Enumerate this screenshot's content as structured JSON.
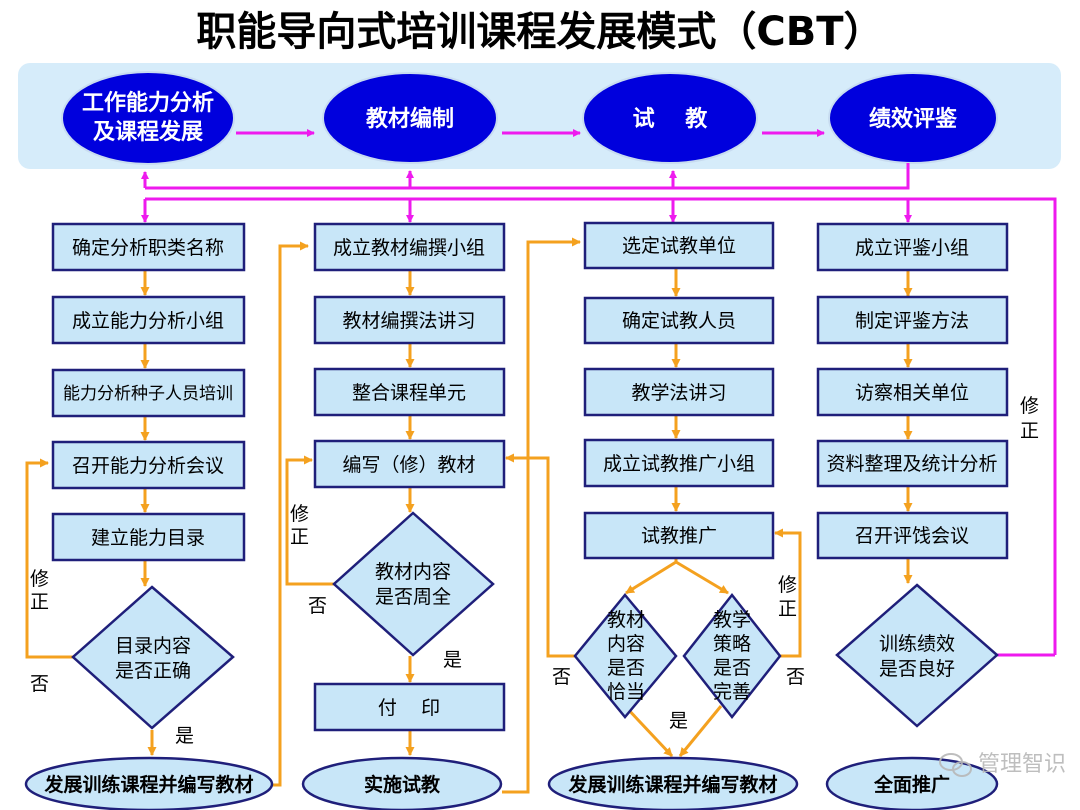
{
  "title": "职能导向式培训课程发展模式（CBT）",
  "colors": {
    "pink": "#ee1aee",
    "orange": "#f4a11f",
    "blue_ellipse": "#0000dd",
    "box_fill": "#c8e6f8",
    "band": "#d6ecfa"
  },
  "top": {
    "e1_line1": "工作能力分析",
    "e1_line2": "及课程发展",
    "e2": "教材编制",
    "e3": "试    教",
    "e4": "绩效评鉴"
  },
  "col1": {
    "b1": "确定分析职类名称",
    "b2": "成立能力分析小组",
    "b3": "能力分析种子人员培训",
    "b4": "召开能力分析会议",
    "b5": "建立能力目录",
    "d_line1": "目录内容",
    "d_line2": "是否正确",
    "fix1": "修",
    "fix2": "正",
    "no": "否",
    "yes": "是",
    "bottom": "发展训练课程并编写教材"
  },
  "col2": {
    "b1": "成立教材编撰小组",
    "b2": "教材编撰法讲习",
    "b3": "整合课程单元",
    "b4": "编写（修）教材",
    "d_line1": "教材内容",
    "d_line2": "是否周全",
    "fix1": "修",
    "fix2": "正",
    "no": "否",
    "yes": "是",
    "b5": "付    印",
    "bottom": "实施试教"
  },
  "col3": {
    "b1": "选定试教单位",
    "b2": "确定试教人员",
    "b3": "教学法讲习",
    "b4": "成立试教推广小组",
    "b5": "试教推广",
    "dl_1": "教材",
    "dl_2": "内容",
    "dl_3": "是否",
    "dl_4": "恰当",
    "dr_1": "教学",
    "dr_2": "策略",
    "dr_3": "是否",
    "dr_4": "完善",
    "fix1": "修",
    "fix2": "正",
    "no_left": "否",
    "no_right": "否",
    "yes": "是",
    "bottom": "发展训练课程并编写教材"
  },
  "col4": {
    "b1": "成立评鉴小组",
    "b2": "制定评鉴方法",
    "b3": "访察相关单位",
    "b4": "资料整理及统计分析",
    "b5": "召开评饯会议",
    "d_line1": "训练绩效",
    "d_line2": "是否良好",
    "fix1": "修",
    "fix2": "正",
    "bottom": "全面推广"
  },
  "watermark": "管理智识"
}
